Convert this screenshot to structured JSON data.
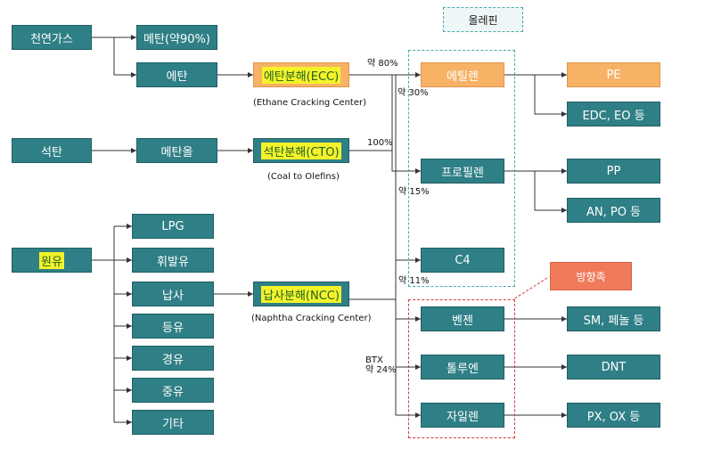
{
  "nodes": {
    "natural_gas": "천연가스",
    "methane": "메탄(약90%)",
    "ethane": "에탄",
    "ecc": "에탄분해(ECC)",
    "coal": "석탄",
    "methanol": "메탄올",
    "cto": "석탄분해(CTO)",
    "crude_oil": "원유",
    "lpg": "LPG",
    "gasoline": "휘발유",
    "naphtha": "납사",
    "kerosene": "등유",
    "diesel": "경유",
    "heavy_oil": "중유",
    "other": "기타",
    "ncc": "납사분해(NCC)",
    "ethylene": "에틸렌",
    "propylene": "프로필렌",
    "c4": "C4",
    "benzene": "벤젠",
    "toluene": "톨루엔",
    "xylene": "자일렌",
    "pe": "PE",
    "edc_eo": "EDC, EO 등",
    "pp": "PP",
    "an_po": "AN, PO 등",
    "sm_phenol": "SM, 페놀 등",
    "dnt": "DNT",
    "px_ox": "PX, OX 등"
  },
  "captions": {
    "ecc": "(Ethane Cracking Center)",
    "cto": "(Coal to Olefins)",
    "ncc": "(Naphtha Cracking Center)"
  },
  "percentages": {
    "ecc_ethylene": "약 80%",
    "ecc_propylene": "약 30%",
    "cto": "100%",
    "ncc_propylene": "약 15%",
    "ncc_c4": "약 11%",
    "btx_label": "BTX",
    "btx_pct": "약 24%"
  },
  "groups": {
    "olefin": "올레핀",
    "aromatics": "방향족"
  },
  "colors": {
    "teal": "#2f7f86",
    "orange": "#f7b266",
    "highlight": "#f4f32a",
    "olefin_border": "#4aa8a8",
    "aromatic_border": "#d9363e",
    "aromatic_tag": "#f07a5a"
  }
}
